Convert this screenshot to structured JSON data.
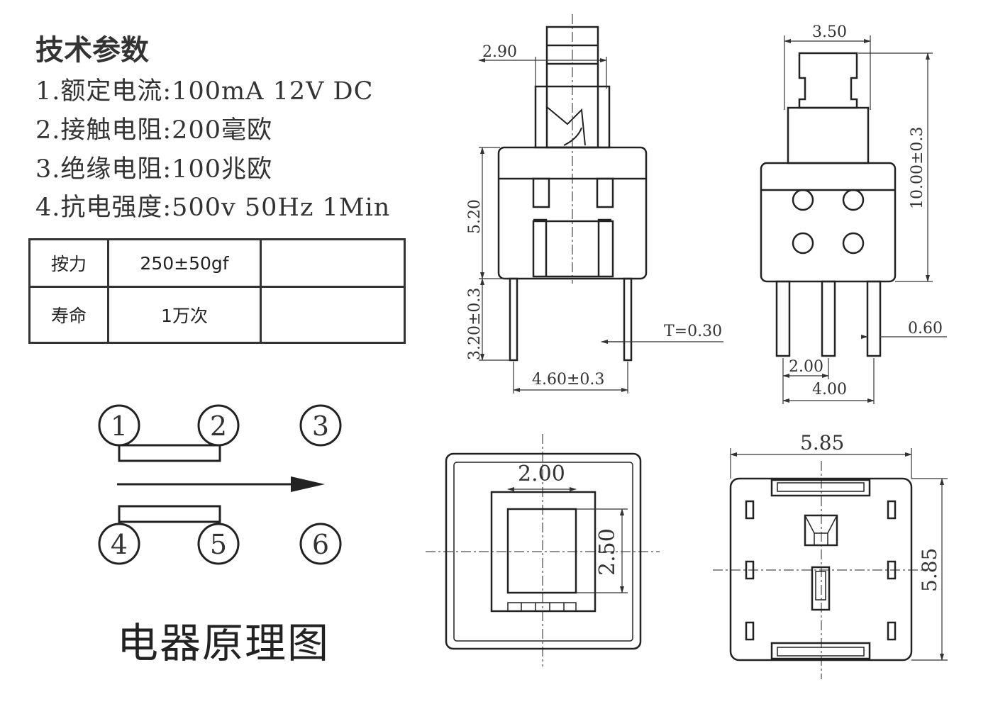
{
  "specs": {
    "title": "技术参数",
    "lines": [
      "1.额定电流:100mA 12V DC",
      "2.接触电阻:200毫欧",
      "3.绝缘电阻:100兆欧",
      "4.抗电强度:500v 50Hz 1Min"
    ]
  },
  "params_table": {
    "rows": [
      {
        "label": "按力",
        "value": "250±50gf",
        "extra": ""
      },
      {
        "label": "寿命",
        "value": "1万次",
        "extra": ""
      }
    ]
  },
  "schematic": {
    "title": "电器原理图",
    "pins": [
      "1",
      "2",
      "3",
      "4",
      "5",
      "6"
    ]
  },
  "dimensions": {
    "front_width_top": "2.90",
    "front_height": "5.20",
    "front_pin_length": "3.20±0.3",
    "front_pitch": "4.60±0.3",
    "pin_thickness": "T=0.30",
    "side_width_top": "3.50",
    "side_height": "10.00±0.3",
    "side_pin_width": "0.60",
    "side_pitch_small": "2.00",
    "side_pitch_large": "4.00",
    "top_button_width": "2.00",
    "top_button_height": "2.50",
    "bottom_width": "5.85",
    "bottom_height": "5.85"
  }
}
